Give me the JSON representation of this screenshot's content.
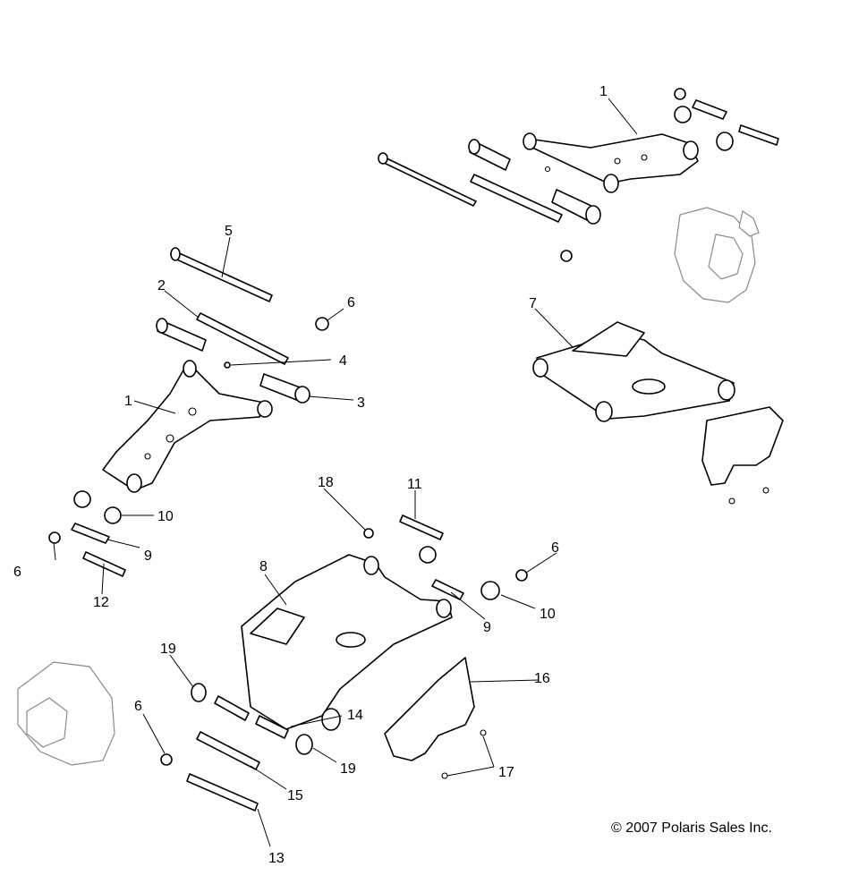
{
  "callouts": {
    "c1_top": "1",
    "c1_left": "1",
    "c2": "2",
    "c3": "3",
    "c4": "4",
    "c5": "5",
    "c6_a": "6",
    "c6_b": "6",
    "c6_c": "6",
    "c6_d": "6",
    "c7": "7",
    "c8": "8",
    "c9_a": "9",
    "c9_b": "9",
    "c10_a": "10",
    "c10_b": "10",
    "c11": "11",
    "c12": "12",
    "c13": "13",
    "c14": "14",
    "c15": "15",
    "c16": "16",
    "c17": "17",
    "c18": "18",
    "c19_a": "19",
    "c19_b": "19"
  },
  "copyright": "© 2007 Polaris Sales Inc."
}
